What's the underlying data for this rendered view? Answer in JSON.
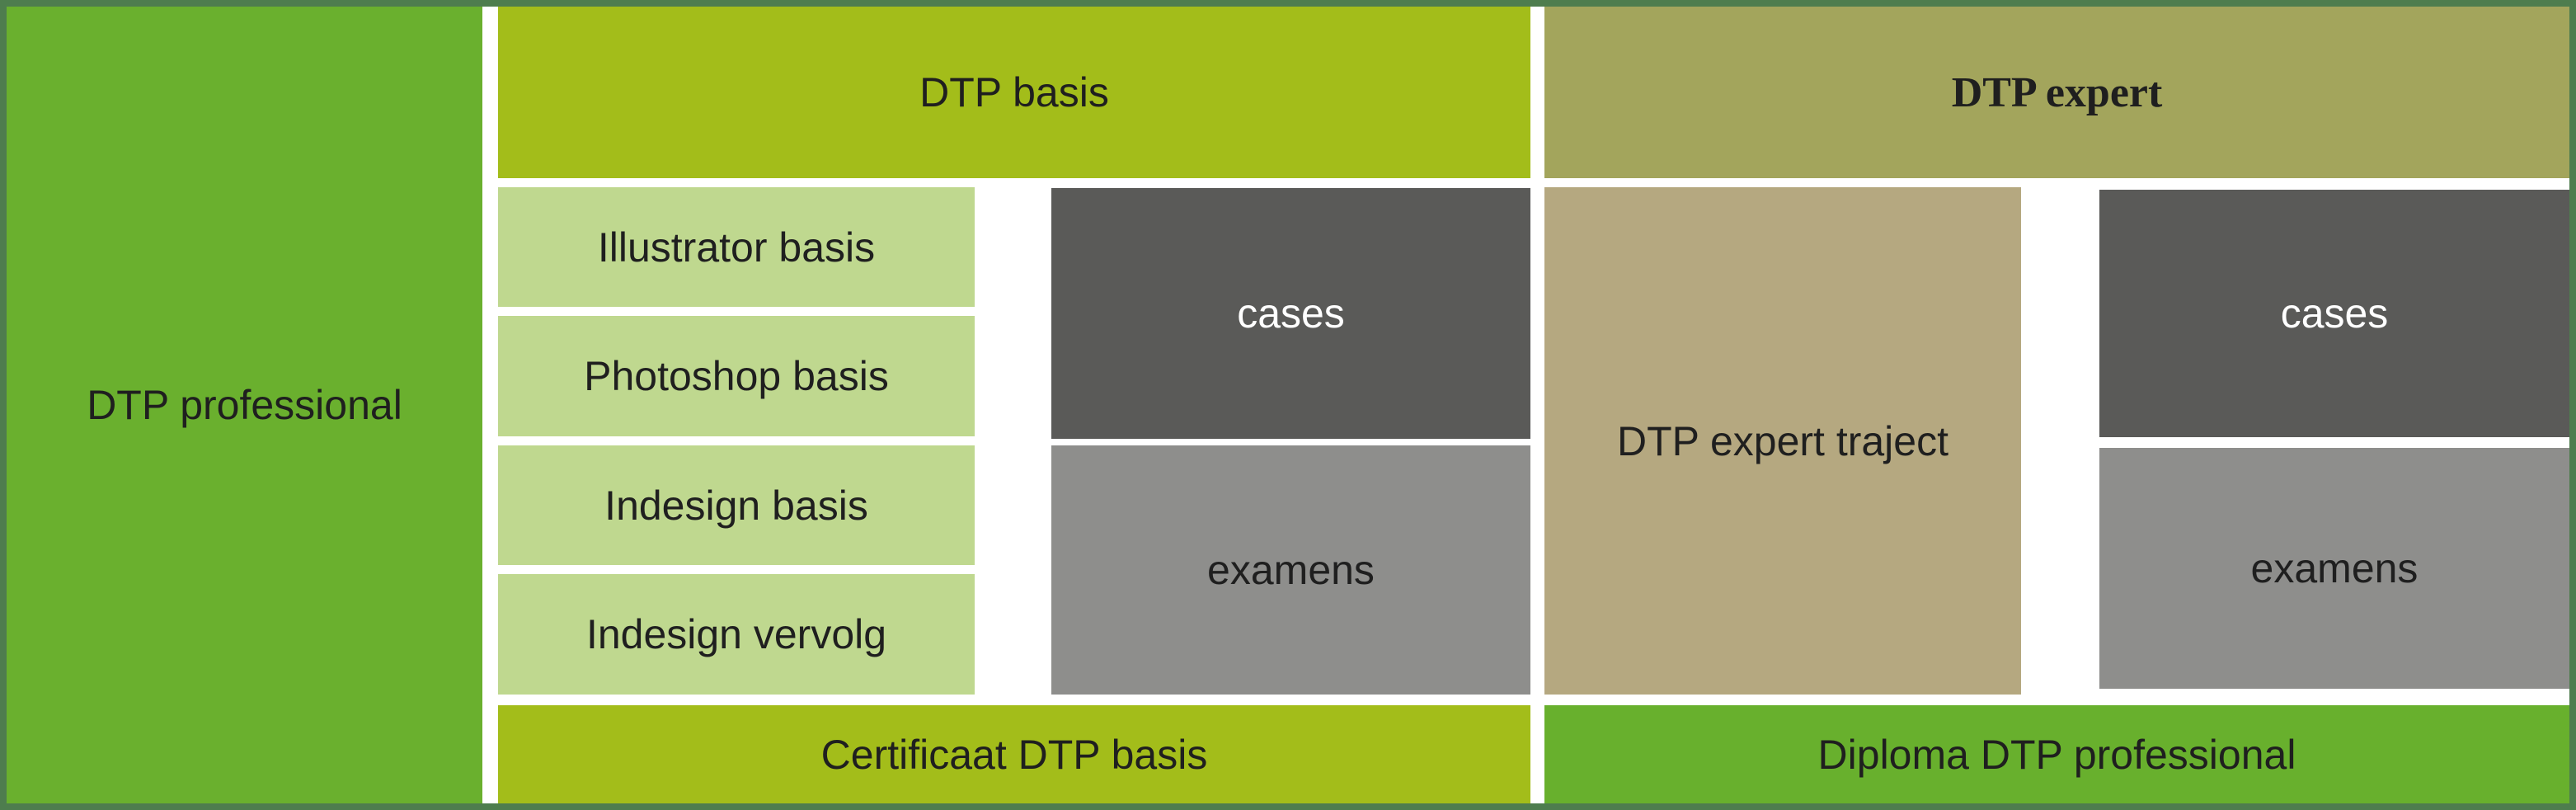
{
  "colors": {
    "border": "#4e7d4e",
    "professional_green": "#6ab02e",
    "basis_header": "#a3bd1a",
    "expert_header": "#a3a55c",
    "course_light": "#bfd88f",
    "cases_dark": "#5a5a58",
    "examens_grey": "#8e8e8c",
    "traject_tan": "#b5a880",
    "diploma_green": "#68b02d"
  },
  "professional": {
    "label": "DTP professional"
  },
  "basis": {
    "header": "DTP basis",
    "courses": [
      "Illustrator basis",
      "Photoshop basis",
      "Indesign basis",
      "Indesign vervolg"
    ],
    "cases": "cases",
    "examens": "examens",
    "footer": "Certificaat DTP basis"
  },
  "expert": {
    "header": "DTP expert",
    "traject": "DTP expert traject",
    "cases": "cases",
    "examens": "examens",
    "footer": "Diploma DTP professional"
  }
}
